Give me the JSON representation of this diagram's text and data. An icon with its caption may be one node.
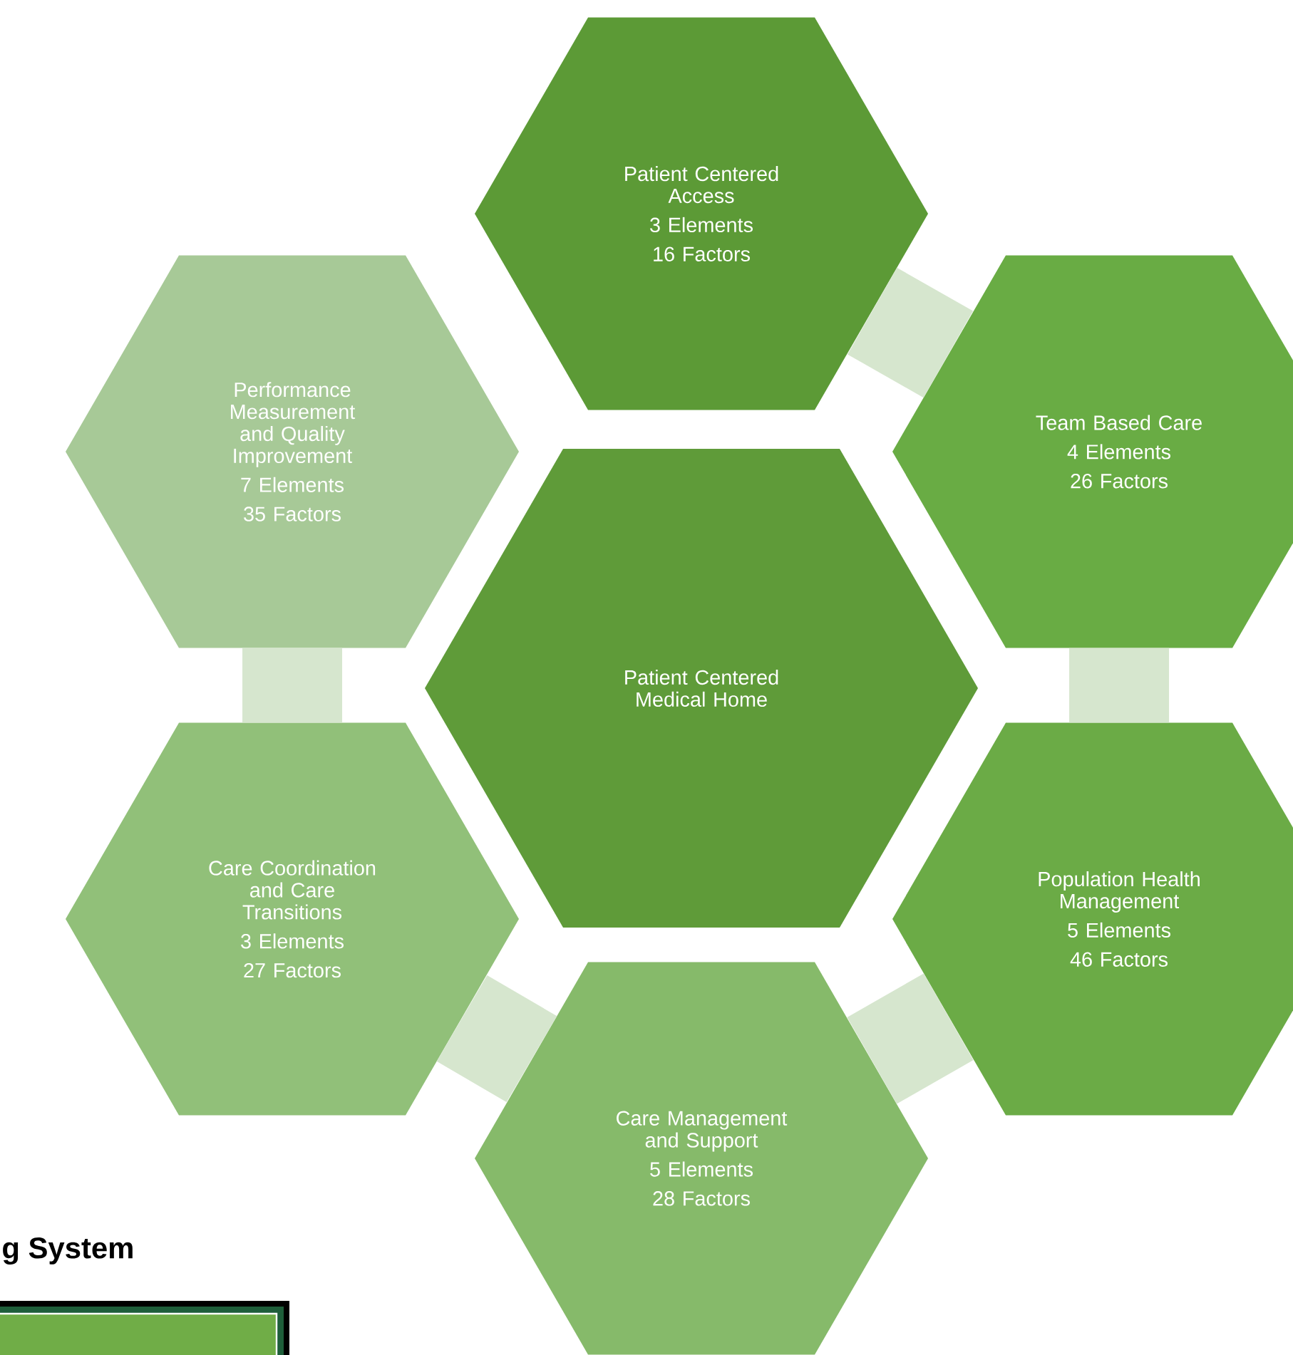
{
  "diagram": {
    "nodes": [
      {
        "text": [
          "Patient Centered Access",
          "3 Elements",
          "16 Factors"
        ]
      },
      {
        "text": [
          "Performance Measurement and Quality Improvement",
          "7 Elements",
          "35 Factors"
        ]
      },
      {
        "text": [
          "Team Based Care",
          "4 Elements",
          "26 Factors"
        ]
      },
      {
        "text": [
          "Patient Centered Medical Home"
        ]
      },
      {
        "text": [
          "Population Health Management",
          "5 Elements",
          "46 Factors"
        ]
      },
      {
        "text": [
          "Care Coordination and Care Transitions",
          "3 Elements",
          "27 Factors"
        ]
      },
      {
        "text": [
          "Care Management and Support",
          "5 Elements",
          "28 Factors"
        ]
      }
    ],
    "edges": [
      {
        "from": 0,
        "to": 2,
        "arrow": "none"
      },
      {
        "from": 2,
        "to": 4,
        "arrow": "none"
      },
      {
        "from": 4,
        "to": 6,
        "arrow": "none"
      },
      {
        "from": 6,
        "to": 5,
        "arrow": "none"
      },
      {
        "from": 5,
        "to": 1,
        "arrow": "none"
      }
    ],
    "labels": [
      "g System"
    ]
  }
}
